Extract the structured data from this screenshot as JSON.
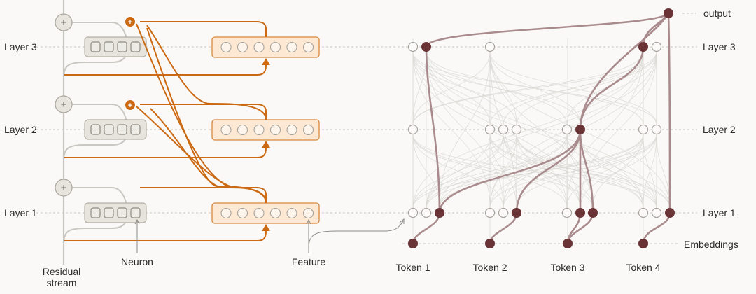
{
  "layers": [
    "Layer 3",
    "Layer 2",
    "Layer 1"
  ],
  "right_labels": {
    "output": "output",
    "layer3": "Layer 3",
    "layer2": "Layer 2",
    "layer1": "Layer 1",
    "embeddings": "Embeddings"
  },
  "annotations": {
    "residual_line1": "Residual",
    "residual_line2": "stream",
    "neuron": "Neuron",
    "feature": "Feature"
  },
  "tokens": [
    "Token 1",
    "Token 2",
    "Token 3",
    "Token 4"
  ],
  "colors": {
    "background": "#faf9f7",
    "orange": "#cc6a14",
    "orange_fill": "#fde8d4",
    "neuron_fill": "#e6e4dc",
    "stream_gray": "#c9c7c1",
    "dark_node": "#6a3336",
    "path_mauve": "#a98b8d"
  }
}
